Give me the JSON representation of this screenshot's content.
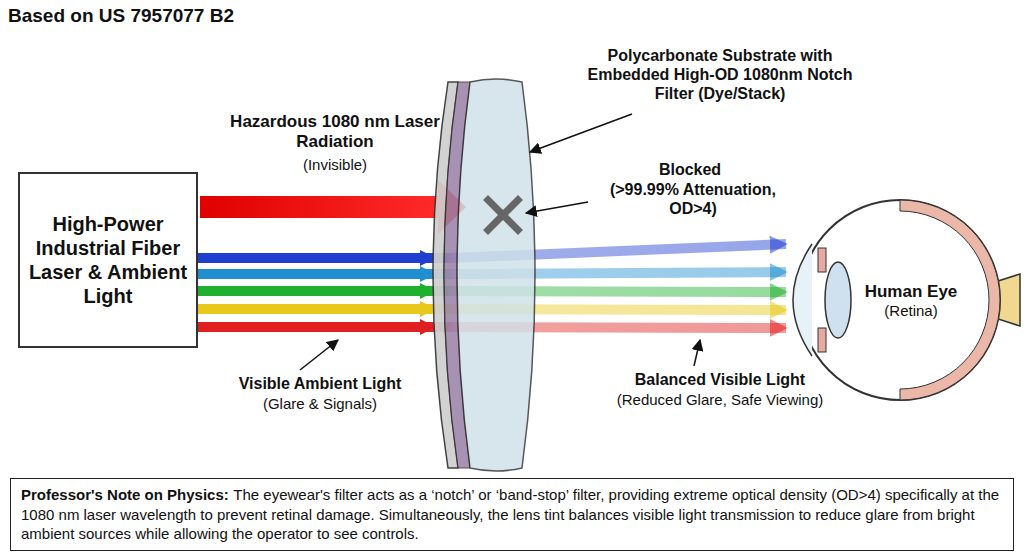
{
  "diagram": {
    "title": "Based on US 7957077 B2",
    "nodes": [
      {
        "text": [
          "High-Power Industrial Fiber Laser & Ambient Light"
        ]
      },
      {
        "text": [
          "Human Eye",
          "(Retina)"
        ]
      },
      {
        "text": [
          "Professor's Note on Physics:",
          "The eyewear's filter acts as a ‘notch’ or ‘band-stop’ filter, providing extreme optical density (OD>4) specifically at the 1080 nm laser wavelength to prevent retinal damage. Simultaneously, the lens tint balances visible light transmission to reduce glare from bright ambient sources while allowing the operator to see controls."
        ]
      }
    ],
    "edges": [
      {
        "from": 0,
        "to": 1,
        "arrow": "to"
      },
      {
        "from": 0,
        "to": 1,
        "arrow": "to"
      },
      {
        "from": 0,
        "to": 1,
        "arrow": "to"
      },
      {
        "from": 0,
        "to": 1,
        "arrow": "to"
      },
      {
        "from": 0,
        "to": 1,
        "arrow": "to"
      }
    ],
    "labels": [
      "Hazardous 1080 nm Laser Radiation",
      "(Invisible)",
      "Polycarbonate Substrate with Embedded High-OD 1080nm Notch Filter (Dye/Stack)",
      "Blocked",
      "(>99.99% Attenuation, OD>4)",
      "Visible Ambient Light",
      "(Glare & Signals)",
      "Balanced Visible Light",
      "(Reduced Glare, Safe Viewing)"
    ]
  }
}
